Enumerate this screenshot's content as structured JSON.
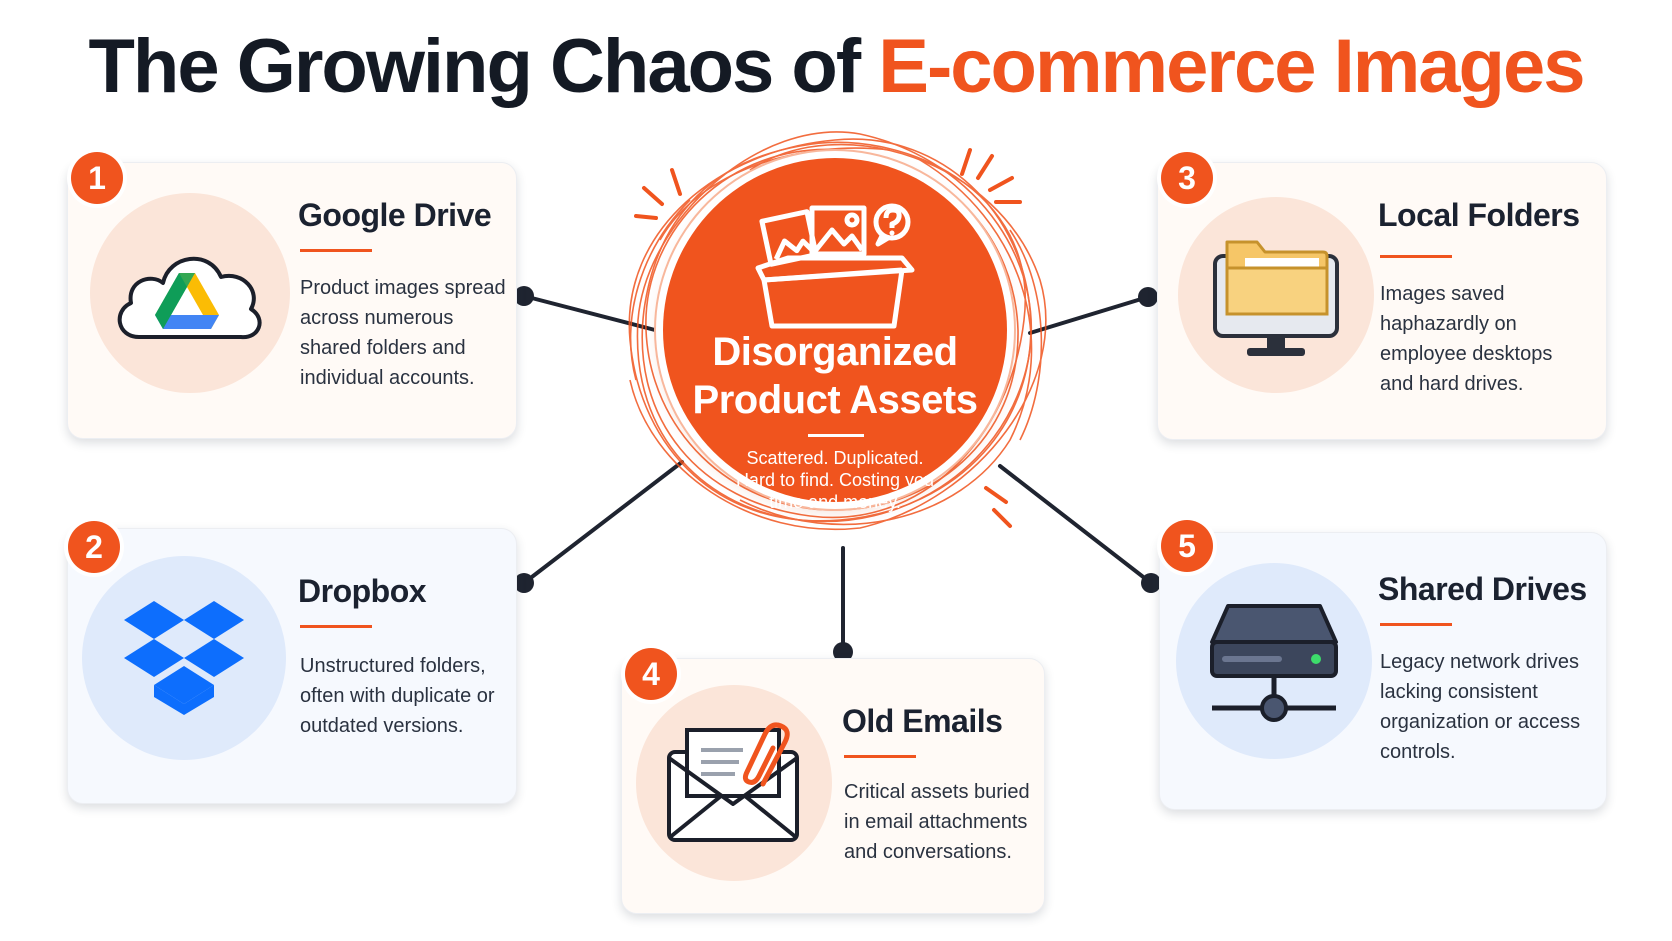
{
  "title": {
    "part1": "The Growing Chaos of ",
    "part2": "E-commerce Images"
  },
  "hub": {
    "title_line1": "Disorganized",
    "title_line2": "Product Assets",
    "subtitle": "Scattered. Duplicated. Hard to find. Costing you time and money."
  },
  "sources": [
    {
      "number": "1",
      "title": "Google Drive",
      "description": "Product images spread across numerous shared folders and individual accounts.",
      "icon": "google-drive-cloud-icon"
    },
    {
      "number": "2",
      "title": "Dropbox",
      "description": "Unstructured folders, often with duplicate or outdated versions.",
      "icon": "dropbox-icon"
    },
    {
      "number": "3",
      "title": "Local Folders",
      "description": "Images saved haphazardly on employee desktops and hard drives.",
      "icon": "desktop-folder-icon"
    },
    {
      "number": "4",
      "title": "Old Emails",
      "description": "Critical assets buried in email attachments and conversations.",
      "icon": "email-attachment-icon"
    },
    {
      "number": "5",
      "title": "Shared Drives",
      "description": "Legacy network drives lacking consistent organization or access controls.",
      "icon": "network-drive-icon"
    }
  ],
  "colors": {
    "accent": "#f0541e",
    "title": "#141a24",
    "card_peach": "#fffaf6",
    "card_blue": "#f6f9fe"
  }
}
